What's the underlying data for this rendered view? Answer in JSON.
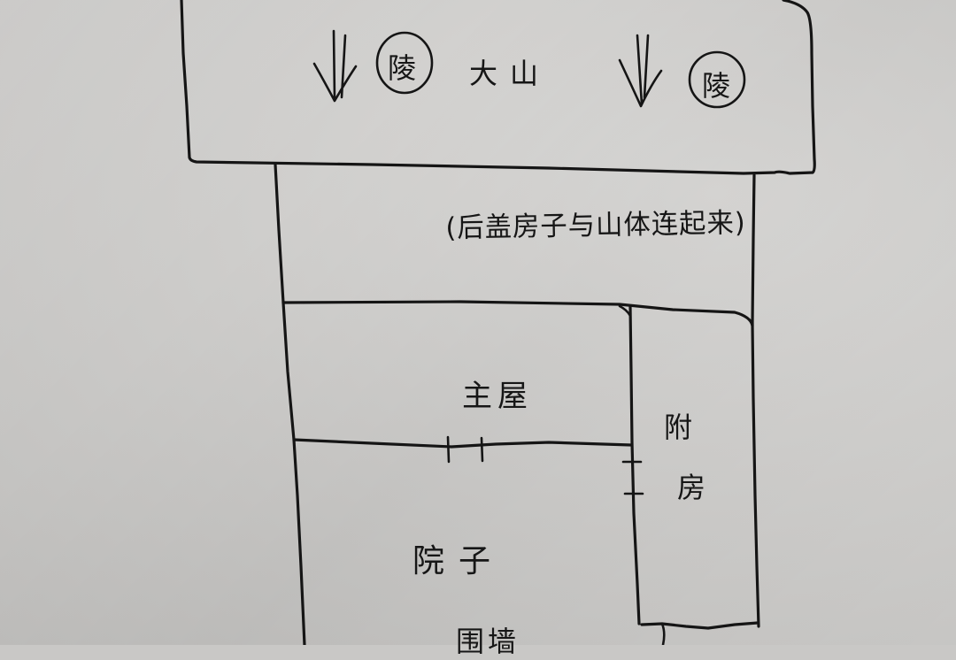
{
  "diagram": {
    "type": "hand-drawn site plan sketch",
    "mountain": {
      "label": "大山",
      "tomb_markers": [
        {
          "char": "陵",
          "shape": "circled",
          "arrow": "double-down-arrow"
        },
        {
          "char": "陵",
          "shape": "circled",
          "arrow": "double-down-arrow"
        }
      ]
    },
    "back_building": {
      "note": "(后盖房子与山体连起来)"
    },
    "main_house": {
      "label": "主屋"
    },
    "annex": {
      "label_line1": "附",
      "label_line2": "房"
    },
    "courtyard": {
      "label": "院子"
    },
    "wall": {
      "label": "围墙"
    },
    "colors": {
      "ink": "#151515",
      "paper": "#d2d1cf"
    }
  }
}
